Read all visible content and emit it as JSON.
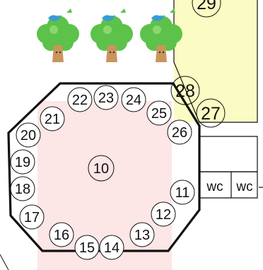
{
  "colors": {
    "yellow_zone": "#fbfbc4",
    "pink_zone": "#fde6e6",
    "outline": "#111111",
    "tree_foliage": "#5cc24a",
    "tree_foliage_light": "#8ad86d",
    "trunk": "#c9955c",
    "bird": "#3a9ad9"
  },
  "icons": [
    "tree-with-bird-icon",
    "tree-with-bird-icon",
    "tree-with-bird-icon"
  ],
  "small_spots": [
    "10",
    "11",
    "12",
    "13",
    "14",
    "15",
    "16",
    "17",
    "18",
    "19",
    "20",
    "21",
    "22",
    "23",
    "24",
    "25",
    "26"
  ],
  "large_spots": [
    "27",
    "28",
    "29"
  ],
  "facilities": {
    "wc_left": "wc",
    "wc_right": "wc"
  }
}
